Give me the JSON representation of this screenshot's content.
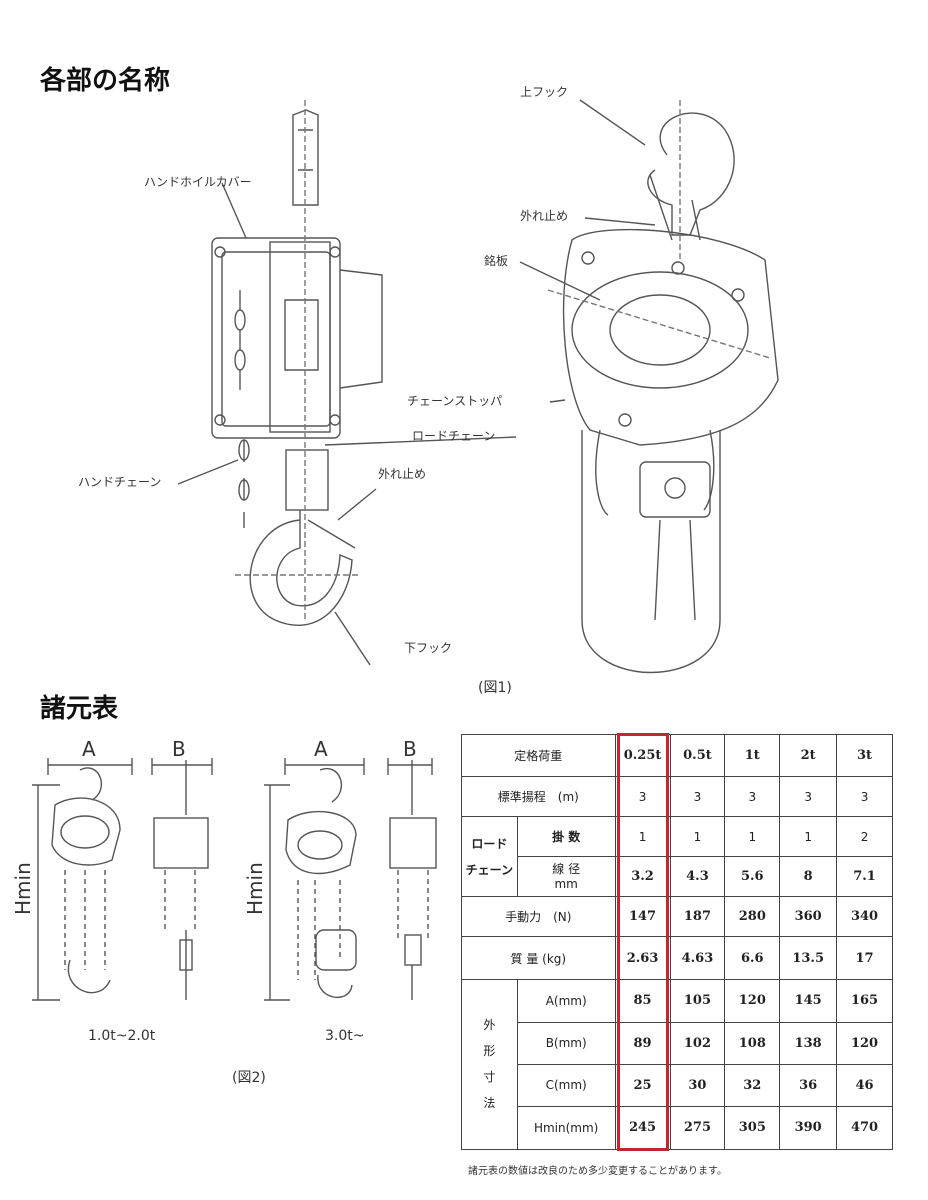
{
  "headings": {
    "parts": "各部の名称",
    "spec": "諸元表"
  },
  "figure1": {
    "caption": "(図1)",
    "labels": {
      "hand_wheel_cover": "ハンドホイルカバー",
      "hand_chain": "ハンドチェーン",
      "top_hook": "上フック",
      "latch_top": "外れ止め",
      "nameplate": "銘板",
      "chain_stopper": "チェーンストッパ",
      "load_chain": "ロードチェーン",
      "latch_bottom": "外れ止め",
      "bottom_hook": "下フック"
    }
  },
  "figure2": {
    "caption": "(図2)",
    "dim_a": "A",
    "dim_b": "B",
    "dim_h": "Hmin",
    "range_small": "1.0t~2.0t",
    "range_large": "3.0t~"
  },
  "spec_table": {
    "rated_load_label": "定格荷重",
    "capacities": [
      "0.25t",
      "0.5t",
      "1t",
      "2t",
      "3t"
    ],
    "lift_label": "標準揚程　(m)",
    "lift": [
      "3",
      "3",
      "3",
      "3",
      "3"
    ],
    "load_chain_label": "ロード\nチェーン",
    "falls_label": "掛 数",
    "falls": [
      "1",
      "1",
      "1",
      "1",
      "2"
    ],
    "wire_dia_label": "線 径\nmm",
    "wire_dia": [
      "3.2",
      "4.3",
      "5.6",
      "8",
      "7.1"
    ],
    "pull_label": "手動力　(N)",
    "pull": [
      "147",
      "187",
      "280",
      "360",
      "340"
    ],
    "mass_label": "質 量 (kg)",
    "mass": [
      "2.63",
      "4.63",
      "6.6",
      "13.5",
      "17"
    ],
    "outer_dim_label": "外\n形\n寸\n法",
    "dims": [
      {
        "label": "A(mm)",
        "values": [
          "85",
          "105",
          "120",
          "145",
          "165"
        ]
      },
      {
        "label": "B(mm)",
        "values": [
          "89",
          "102",
          "108",
          "138",
          "120"
        ]
      },
      {
        "label": "C(mm)",
        "values": [
          "25",
          "30",
          "32",
          "36",
          "46"
        ]
      },
      {
        "label": "Hmin(mm)",
        "values": [
          "245",
          "275",
          "305",
          "390",
          "470"
        ]
      }
    ],
    "highlight_color": "#c1272d",
    "note": "諸元表の数値は改良のため多少変更することがあります。"
  }
}
